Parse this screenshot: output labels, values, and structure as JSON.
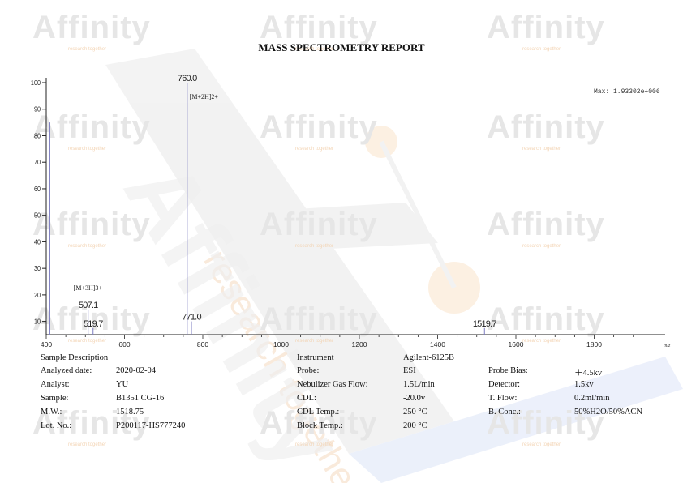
{
  "report": {
    "title": "MASS SPECTROMETRY REPORT",
    "watermark": "Affinity",
    "watermark_tag": "research together",
    "watermark_large": "Affinity",
    "watermark_large_tag": "research together"
  },
  "chart_data": {
    "type": "bar",
    "title": "",
    "xlabel": "",
    "ylabel": "",
    "x_unit": "m/z",
    "xlim": [
      400,
      1900
    ],
    "ylim": [
      5,
      100
    ],
    "x_ticks": [
      400,
      600,
      800,
      1000,
      1200,
      1400,
      1600,
      1800
    ],
    "y_ticks": [
      10,
      20,
      30,
      40,
      50,
      60,
      70,
      80,
      90,
      100
    ],
    "max_label": "Max: 1.93302e+006",
    "grid": false,
    "series": [
      {
        "peaks": [
          {
            "mz": 507.1,
            "intensity": 14.5,
            "label": "507.1",
            "annotation": "[M+3H]3+"
          },
          {
            "mz": 519.7,
            "intensity": 7.5,
            "label": "519.7",
            "annotation": ""
          },
          {
            "mz": 760.0,
            "intensity": 100,
            "label": "760.0",
            "annotation": "[M+2H]2+"
          },
          {
            "mz": 771.0,
            "intensity": 10,
            "label": "771.0",
            "annotation": ""
          },
          {
            "mz": 1519.7,
            "intensity": 7.5,
            "label": "1519.7",
            "annotation": ""
          },
          {
            "mz": 409,
            "intensity": 85,
            "label": "",
            "annotation": ""
          }
        ]
      }
    ]
  },
  "sample": {
    "heading": "Sample Description",
    "rows": [
      {
        "label": "Analyzed date:",
        "value": "2020-02-04"
      },
      {
        "label": "Analyst:",
        "value": "YU"
      },
      {
        "label": "Sample:",
        "value": "B1351 CG-16"
      },
      {
        "label": "M.W.:",
        "value": "1518.75"
      },
      {
        "label": "Lot. No.:",
        "value": "P200117-HS777240"
      }
    ]
  },
  "instrument": {
    "heading": "Instrument",
    "name": "Agilent-6125B",
    "rows": [
      {
        "label": "Probe:",
        "value": "ESI"
      },
      {
        "label": "Nebulizer Gas Flow:",
        "value": "1.5L/min"
      },
      {
        "label": "CDL:",
        "value": "-20.0v"
      },
      {
        "label": "CDL Temp.:",
        "value": "250 °C"
      },
      {
        "label": "Block Temp.:",
        "value": "200 °C"
      }
    ]
  },
  "conditions": {
    "rows": [
      {
        "label": "Probe Bias:",
        "value": "＋4.5kv"
      },
      {
        "label": "Detector:",
        "value": "1.5kv"
      },
      {
        "label": "T. Flow:",
        "value": "0.2ml/min"
      },
      {
        "label": "B. Conc.:",
        "value": "50%H2O/50%ACN"
      }
    ]
  },
  "colors": {
    "peak": "#7d7dc0",
    "axis": "#222222",
    "watermark_gray": "#e2e2e2",
    "watermark_orange": "#f6dcbf",
    "watermark_blue": "#d2dcf4"
  }
}
